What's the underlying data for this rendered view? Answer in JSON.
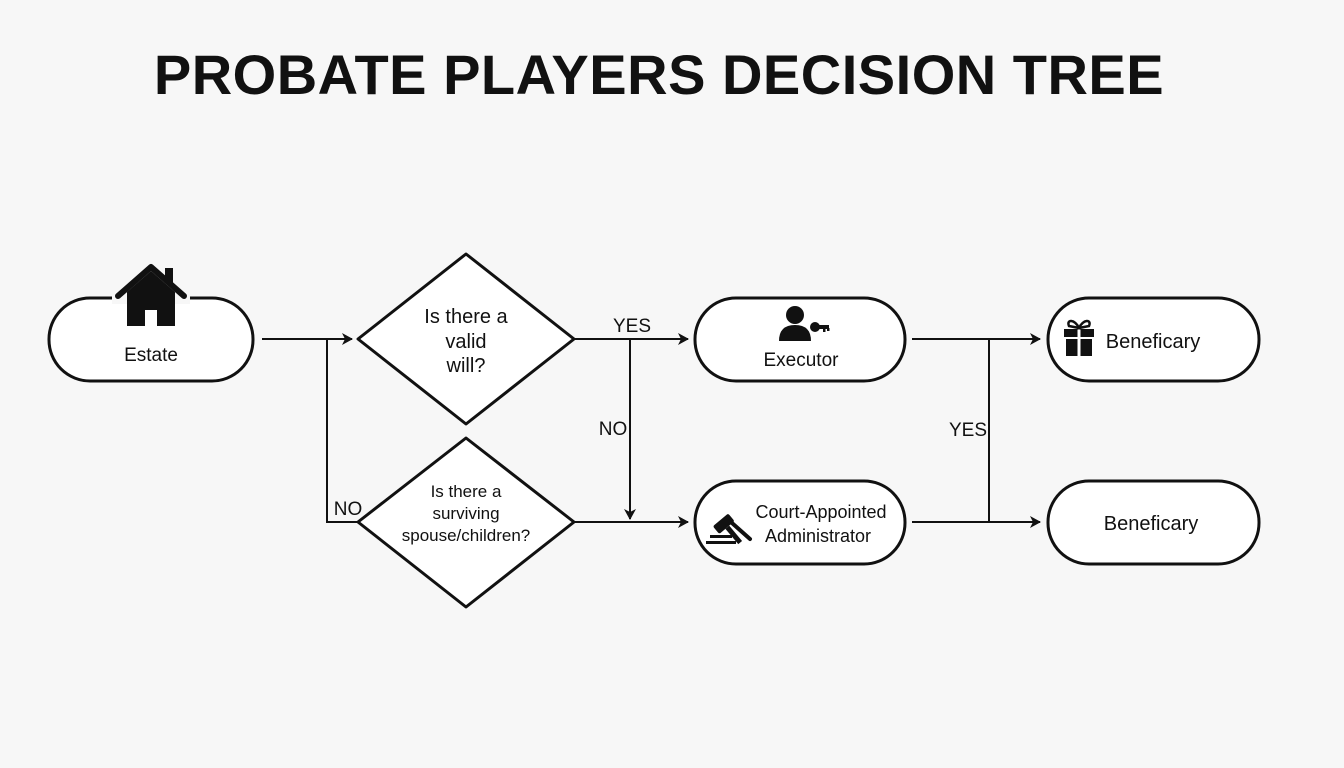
{
  "title": "PROBATE PLAYERS DECISION TREE",
  "nodes": {
    "estate": "Estate",
    "q_will": [
      "Is there a",
      "valid",
      "will?"
    ],
    "q_spouse": [
      "Is there a",
      "surviving",
      "spouse/children?"
    ],
    "executor": "Executor",
    "administrator": [
      "Court-Appointed",
      "Administrator"
    ],
    "beneficiary_top": "Beneficary",
    "beneficiary_bottom": "Beneficary"
  },
  "edge_labels": {
    "will_yes": "YES",
    "will_no": "NO",
    "spouse_no": "NO",
    "admin_yes": "YES"
  },
  "icons": {
    "estate": "house-icon",
    "executor": "person-key-icon",
    "administrator": "gavel-icon",
    "beneficiary": "gift-icon"
  }
}
